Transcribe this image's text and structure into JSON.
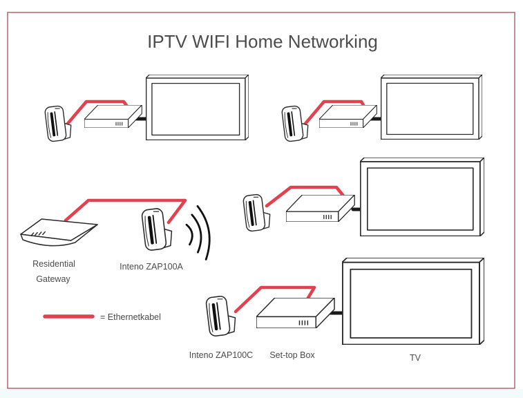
{
  "title": "IPTV WIFI Home Networking",
  "legend": {
    "label": "= Ethernetkabel",
    "swatch_color": "#e0424f"
  },
  "labels": {
    "residential_gateway_line1": "Residential",
    "residential_gateway_line2": "Gateway",
    "inteno_zap100a": "Inteno ZAP100A",
    "inteno_zap100c": "Inteno ZAP100C",
    "set_top_box": "Set-top Box",
    "tv": "TV"
  },
  "colors": {
    "ethernet_cable": "#e0424f",
    "signal_cable": "#1a1a1a",
    "page_border": "#ad5a62",
    "device_outline": "#2a2a2a",
    "text": "#4a4a4a"
  },
  "diagram": {
    "type": "network-topology",
    "connections": [
      "Residential Gateway — ethernet — Inteno ZAP100A (wireless broadcast)",
      "WiFi adapter — ethernet — Set-top Box — cable — TV (top-left group)",
      "WiFi adapter — ethernet — Set-top Box — cable — TV (top-right group)",
      "WiFi adapter — ethernet — Set-top Box — cable — TV (middle-right group)",
      "Inteno ZAP100C — ethernet — Set-top Box — cable — TV (bottom group)"
    ]
  }
}
